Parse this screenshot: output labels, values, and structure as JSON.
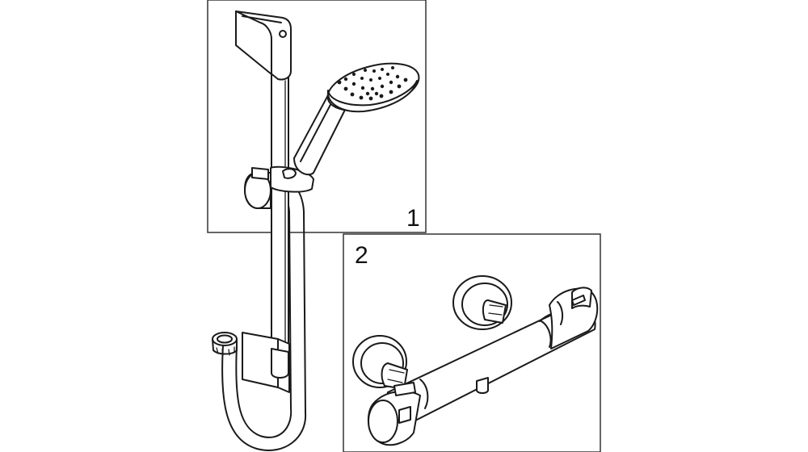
{
  "panels": [
    {
      "number": "1",
      "subject": "shower-rail-set"
    },
    {
      "number": "2",
      "subject": "thermostatic-shower-mixer"
    }
  ],
  "colors": {
    "line": "#1a1a1a",
    "background": "#ffffff",
    "frame": "#333333"
  }
}
